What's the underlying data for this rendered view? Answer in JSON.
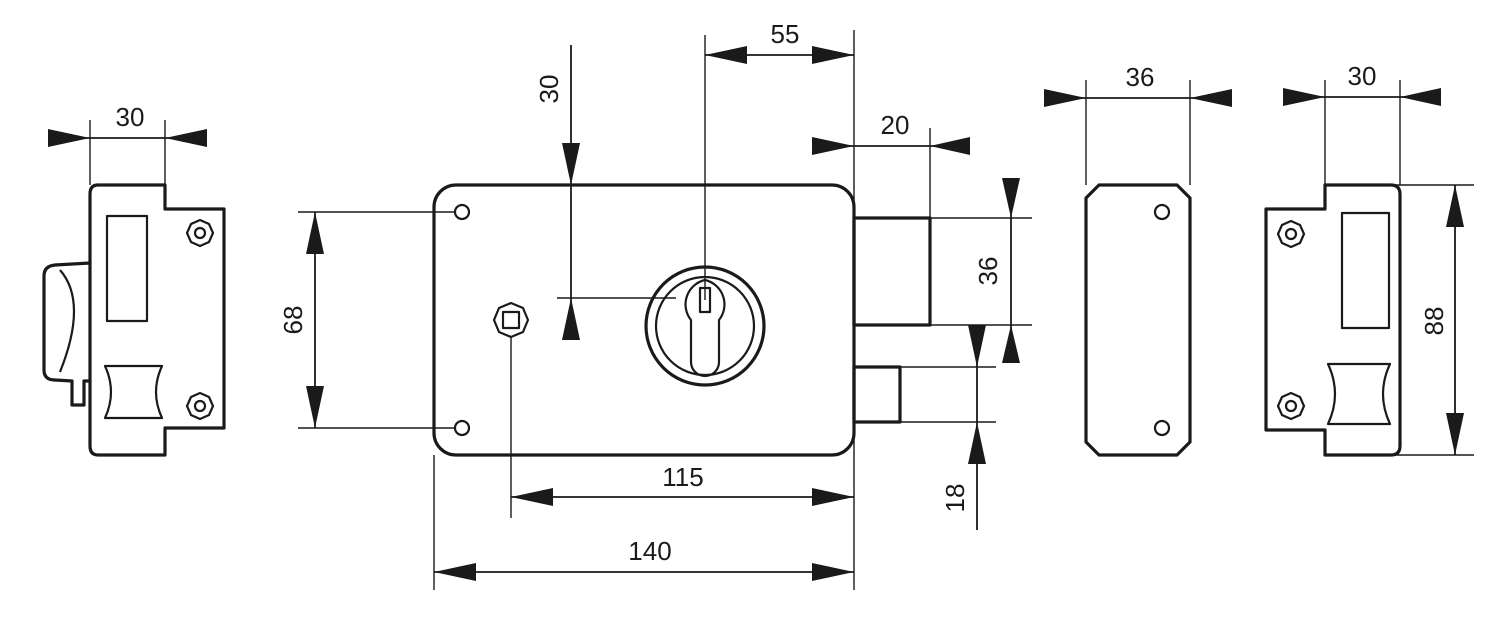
{
  "dimensions": {
    "left_view_width": "30",
    "top_offset": "30",
    "cylinder_offset": "55",
    "bolt_projection": "20",
    "screw_spacing": "68",
    "bolt_height": "36",
    "latch_height": "18",
    "spindle_to_edge": "115",
    "case_length": "140",
    "back_view_width": "36",
    "right_view_width": "30",
    "case_height": "88"
  },
  "colors": {
    "line": "#1a1a1a",
    "background": "#ffffff"
  }
}
